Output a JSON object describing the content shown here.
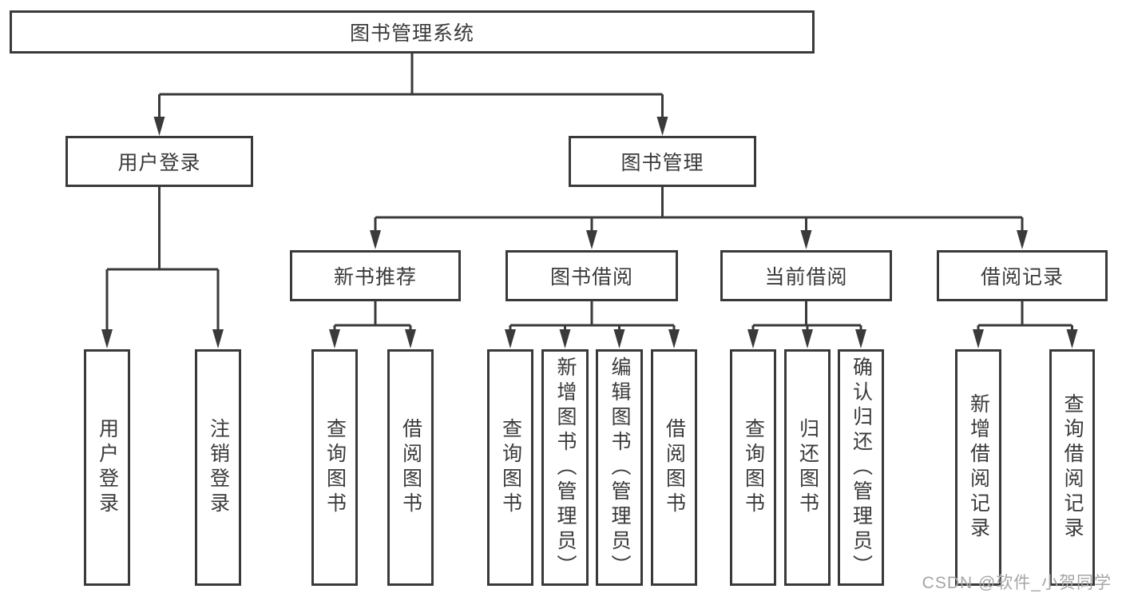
{
  "tree": {
    "label": "图书管理系统",
    "children": [
      {
        "label": "用户登录",
        "children": [
          {
            "label": "用户登录"
          },
          {
            "label": "注销登录"
          }
        ]
      },
      {
        "label": "图书管理",
        "children": [
          {
            "label": "新书推荐",
            "children": [
              {
                "label": "查询图书"
              },
              {
                "label": "借阅图书"
              }
            ]
          },
          {
            "label": "图书借阅",
            "children": [
              {
                "label": "查询图书"
              },
              {
                "label": "新增图书（管理员）"
              },
              {
                "label": "编辑图书（管理员）"
              },
              {
                "label": "借阅图书"
              }
            ]
          },
          {
            "label": "当前借阅",
            "children": [
              {
                "label": "查询图书"
              },
              {
                "label": "归还图书"
              },
              {
                "label": "确认归还（管理员）"
              }
            ]
          },
          {
            "label": "借阅记录",
            "children": [
              {
                "label": "新增借阅记录"
              },
              {
                "label": "查询借阅记录"
              }
            ]
          }
        ]
      }
    ]
  },
  "watermark": {
    "text": "CSDN @软件_小贺同学"
  },
  "colors": {
    "line": "#3a3a3a",
    "text": "#3a3a3a",
    "box_background": "#ffffff",
    "watermark": "#a5a5a8",
    "background": "#ffffff"
  }
}
